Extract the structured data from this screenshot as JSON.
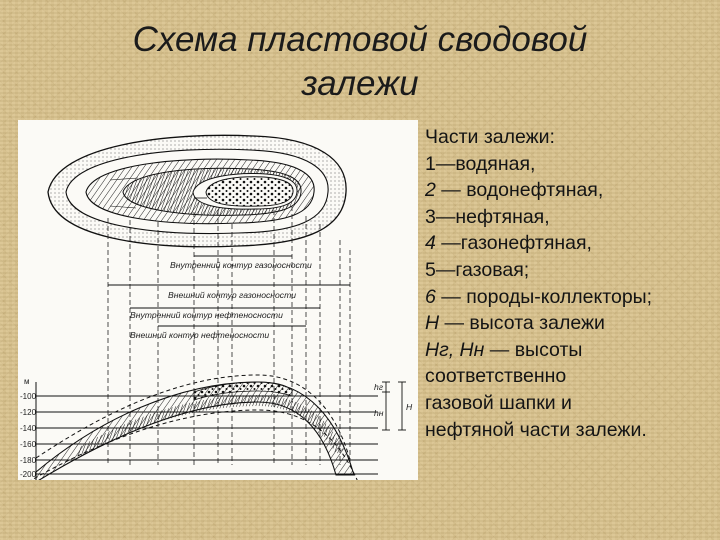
{
  "title": {
    "line1": "Схема пластовой сводовой",
    "line2": "залежи"
  },
  "legend": {
    "heading": "Части залежи:",
    "item1": "1—водяная,",
    "item2_num": "2",
    "item2_text": " — водонефтяная,",
    "item3": "3—нефтяная,",
    "item4_num": "4",
    "item4_text": " —газонефтяная,",
    "item5": "5—газовая;",
    "item6_num": "6",
    "item6_text": " — породы-коллекторы;",
    "h_sym": "Н",
    "h_text": " — высота залежи",
    "hg_sym": "Нг, Нн",
    "hg_text": " — высоты",
    "line10": "соответственно",
    "line11": "газовой шапки и",
    "line12": "нефтяной части залежи."
  },
  "diagram": {
    "contour_gas_inner": "Внутренний контур газоносности",
    "contour_gas_outer": "Внешний контур газоносности",
    "contour_oil_inner": "Внутренний контур нефтеносности",
    "contour_oil_outer": "Внешний контур нефтеносности",
    "label_hg": "hг",
    "label_hn": "hн",
    "label_H": "Н",
    "depth_ticks": [
      "-100",
      "-120",
      "-140",
      "-160",
      "-180",
      "-200"
    ],
    "depth_unit": "м"
  }
}
